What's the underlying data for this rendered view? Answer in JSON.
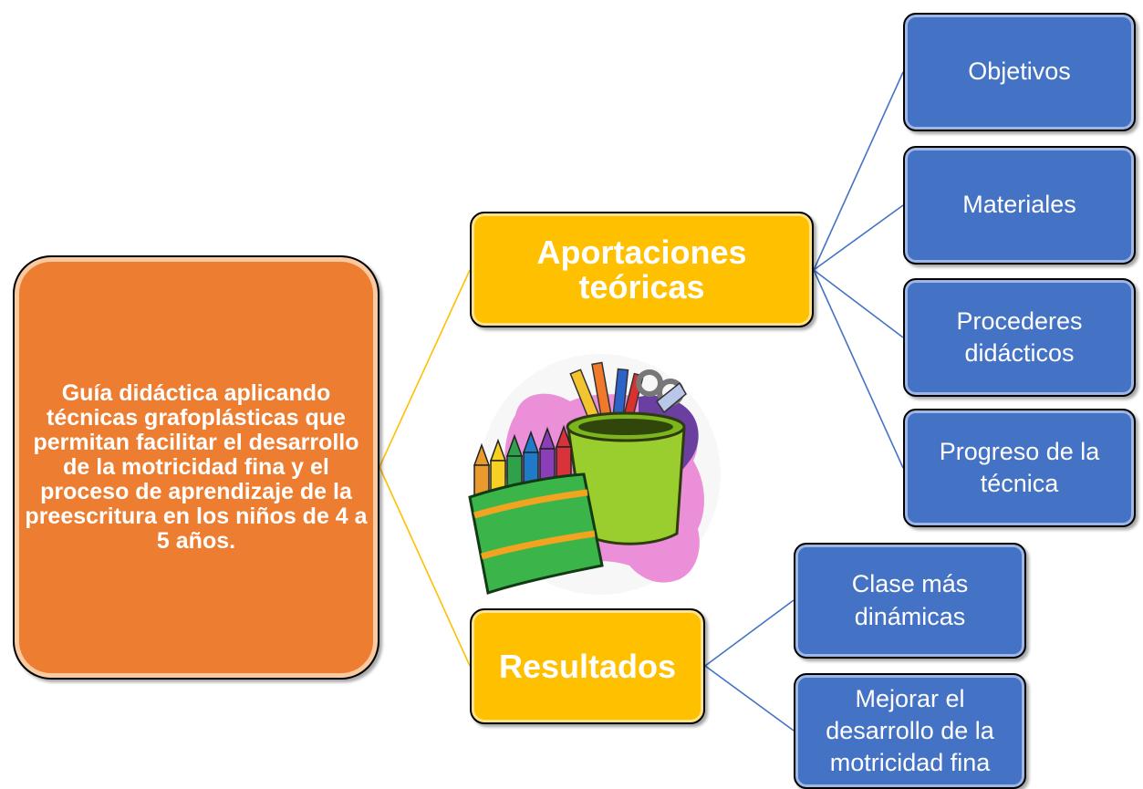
{
  "diagram": {
    "root": {
      "text": "Guía didáctica aplicando técnicas grafoplásticas que permitan facilitar el desarrollo de la motricidad fina y el proceso de aprendizaje de la preescritura en los niños de 4 a 5 años."
    },
    "aportaciones": {
      "text": "Aportaciones\nteóricas",
      "children": [
        "Objetivos",
        "Materiales",
        "Procederes\ndidácticos",
        "Progreso de la\ntécnica"
      ]
    },
    "resultados": {
      "text": "Resultados",
      "children": [
        "Clase más\ndinámicas",
        "Mejorar el\ndesarrollo de la\nmotricidad fina"
      ]
    },
    "illustration": {
      "icon": "crayons-and-pencil-cup-clipart"
    }
  },
  "colors": {
    "root": "#ED7D31",
    "level1": "#FFC000",
    "leaf": "#4472C4",
    "connector_root": "#FFC000",
    "connector_leaf": "#4472C4"
  }
}
